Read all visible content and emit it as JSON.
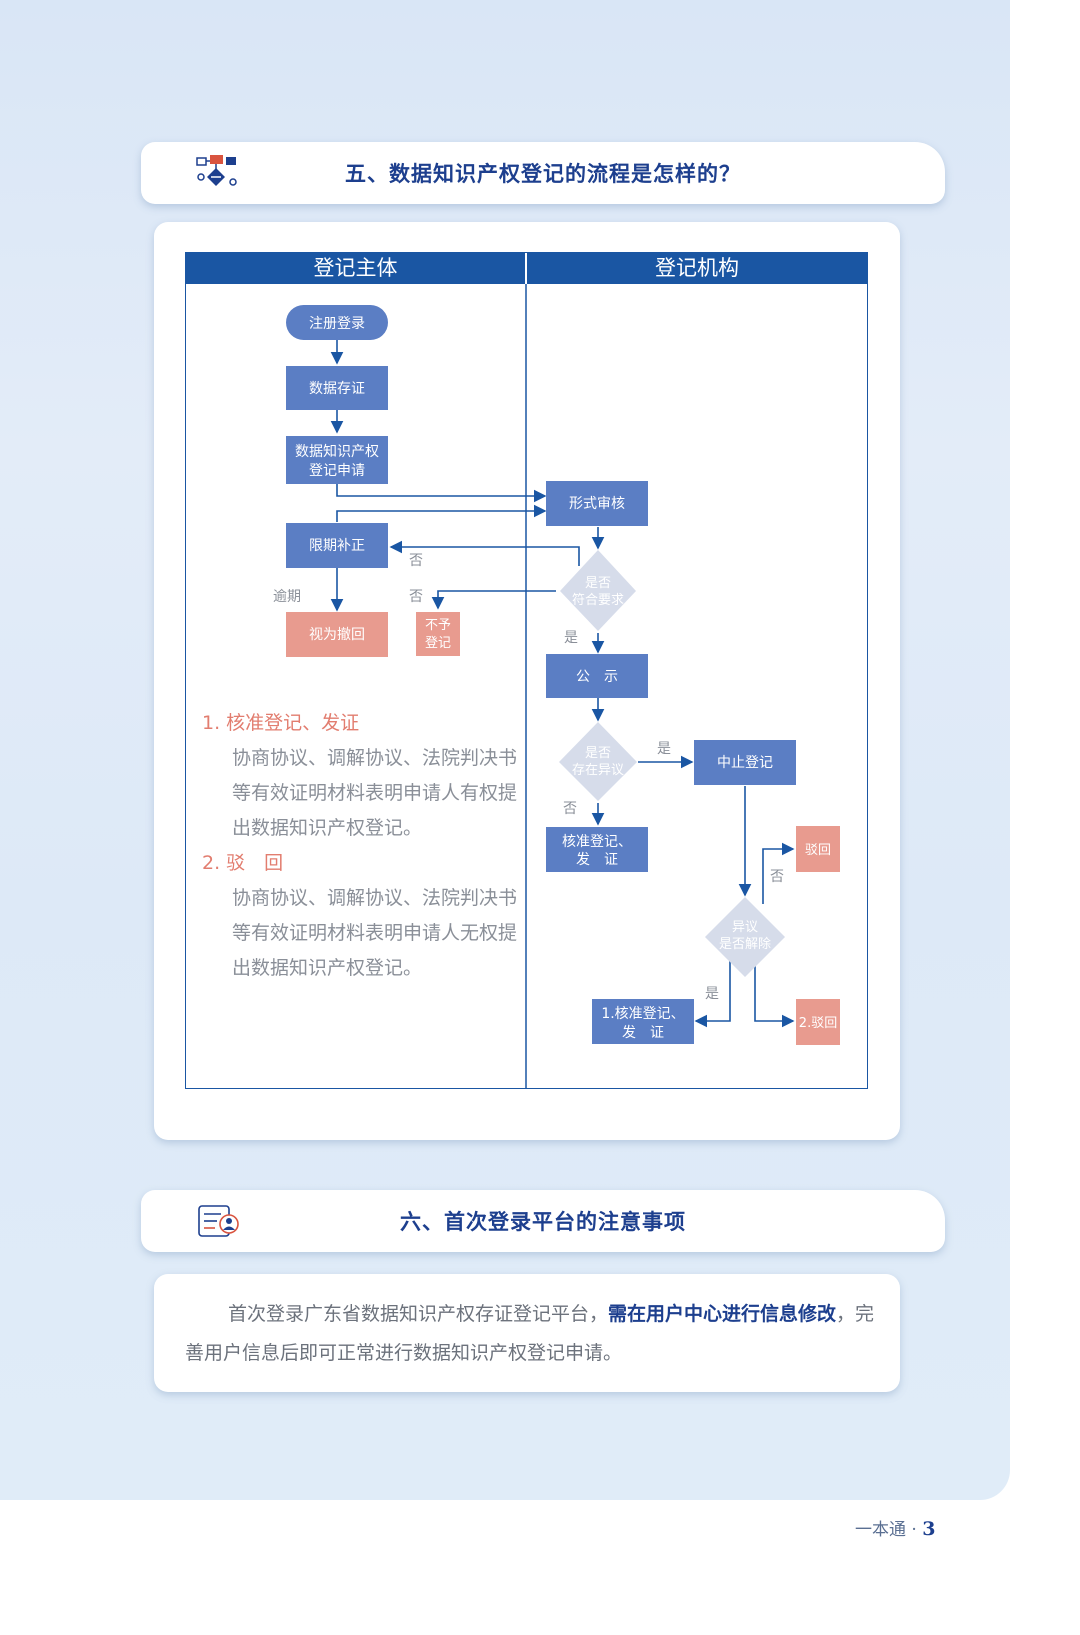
{
  "section5": {
    "title": "五、数据知识产权登记的流程是怎样的？",
    "columns": [
      "登记主体",
      "登记机构"
    ],
    "nodes": {
      "register_login": "注册登录",
      "data_deposit": "数据存证",
      "apply_line1": "数据知识产权",
      "apply_line2": "登记申请",
      "formal_review": "形式审核",
      "correction": "限期补正",
      "withdraw": "视为撤回",
      "reject_line1": "不予",
      "reject_line2": "登记",
      "meets_line1": "是否",
      "meets_line2": "符合要求",
      "publicity": "公　示",
      "objection_line1": "是否",
      "objection_line2": "存在异议",
      "suspend": "中止登记",
      "approve_line1": "核准登记、",
      "approve_line2": "发　证",
      "dismiss": "驳回",
      "resolved_line1": "异议",
      "resolved_line2": "是否解除",
      "final_approve_line1": "1.核准登记、",
      "final_approve_line2": "发　证",
      "final_dismiss": "2.驳回"
    },
    "labels": {
      "no": "否",
      "yes": "是",
      "overdue": "逾期"
    },
    "description": {
      "item1_title": "1. 核准登记、发证",
      "item1_text": "协商协议、调解协议、法院判决书等有效证明材料表明申请人有权提出数据知识产权登记。",
      "item2_title": "2. 驳　回",
      "item2_text": "协商协议、调解协议、法院判决书等有效证明材料表明申请人无权提出数据知识产权登记。"
    }
  },
  "section6": {
    "title": "六、首次登录平台的注意事项",
    "text_part1": "首次登录广东省数据知识产权存证登记平台，",
    "text_bold": "需在用户中心进行信息修改",
    "text_part2": "，完善用户信息后即可正常进行数据知识产权登记申请。"
  },
  "footer": {
    "label": "一本通 ·",
    "page": "3"
  },
  "colors": {
    "primary": "#1a56a3",
    "box": "#5b7ec4",
    "alert": "#e89b8f",
    "diamond": "#d6dcea",
    "title": "#1d3f8e"
  }
}
